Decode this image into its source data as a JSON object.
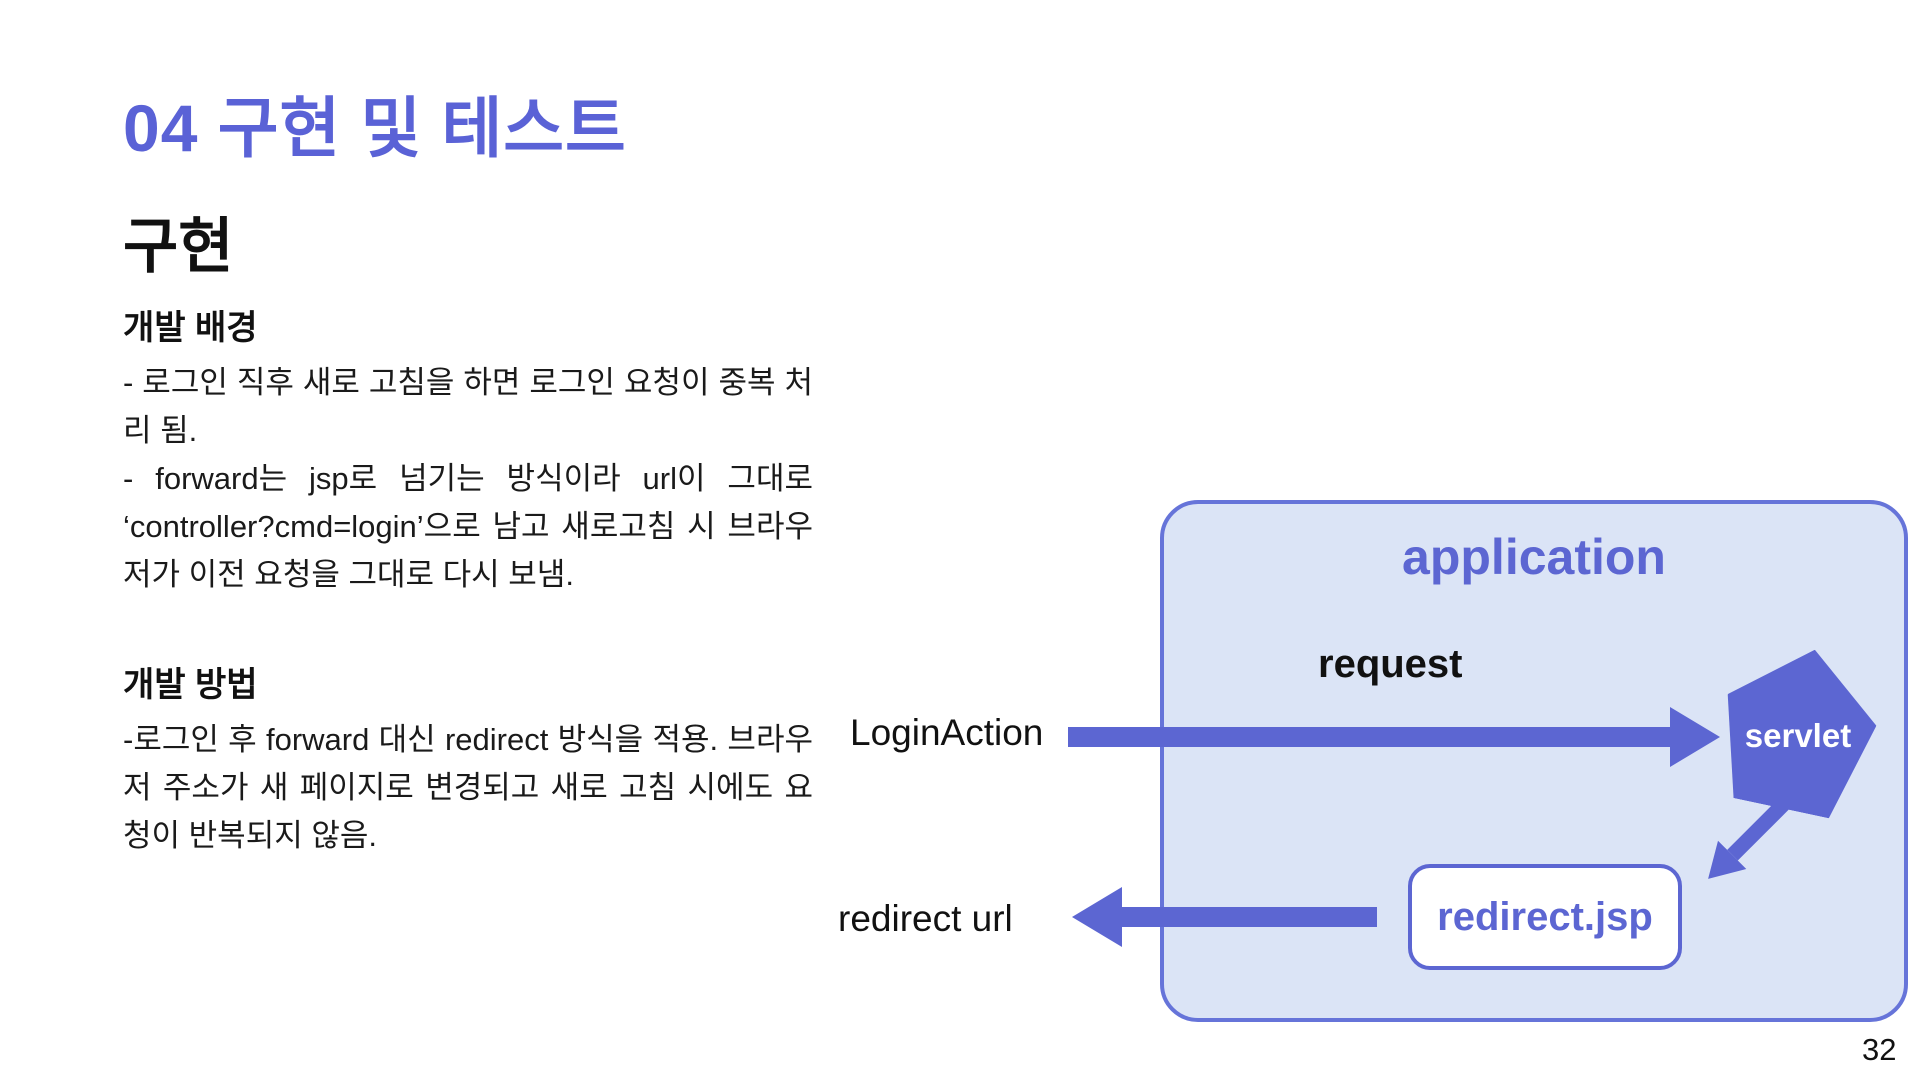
{
  "colors": {
    "accent": "#5C66D2",
    "title": "#5A62D6",
    "box_fill": "#DBE4F6",
    "box_border": "#6674D9",
    "text": "#1A1A1A"
  },
  "slide": {
    "title": "04 구현 및 테스트",
    "subtitle": "구현",
    "page_number": "32"
  },
  "sections": [
    {
      "heading": "개발 배경",
      "body": " - 로그인 직후 새로 고침을 하면 로그인 요청이 중복 처리 됨.\n - forward는 jsp로 넘기는 방식이라 url이 그대로 ‘controller?cmd=login’으로 남고 새로고침 시 브라우저가 이전 요청을 그대로 다시 보냄."
    },
    {
      "heading": "개발 방법",
      "body": "-로그인 후 forward 대신 redirect 방식을 적용. 브라우저 주소가 새 페이지로 변경되고 새로 고침 시에도 요청이 반복되지 않음."
    }
  ],
  "diagram": {
    "application_label": "application",
    "request_label": "request",
    "login_action_label": "LoginAction",
    "servlet_label": "servlet",
    "redirect_jsp_label": "redirect.jsp",
    "redirect_url_label": "redirect url"
  }
}
